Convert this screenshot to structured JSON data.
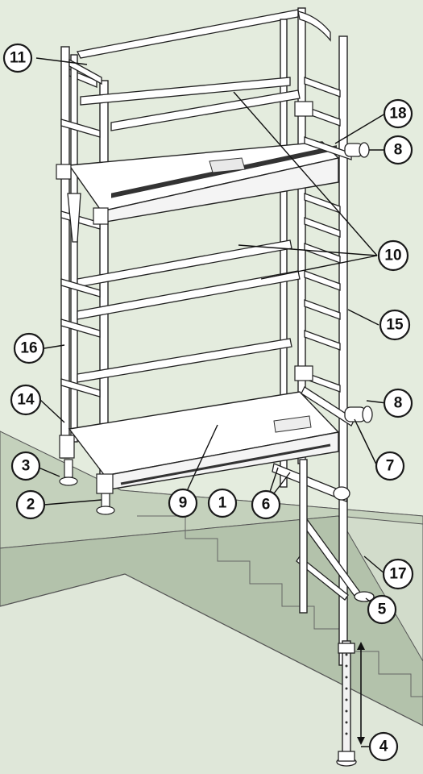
{
  "callouts": [
    {
      "id": "c11",
      "label": "11"
    },
    {
      "id": "c18",
      "label": "18"
    },
    {
      "id": "c8a",
      "label": "8"
    },
    {
      "id": "c10",
      "label": "10"
    },
    {
      "id": "c15",
      "label": "15"
    },
    {
      "id": "c16",
      "label": "16"
    },
    {
      "id": "c8b",
      "label": "8"
    },
    {
      "id": "c14",
      "label": "14"
    },
    {
      "id": "c3",
      "label": "3"
    },
    {
      "id": "c7",
      "label": "7"
    },
    {
      "id": "c2",
      "label": "2"
    },
    {
      "id": "c9",
      "label": "9"
    },
    {
      "id": "c1",
      "label": "1"
    },
    {
      "id": "c6",
      "label": "6"
    },
    {
      "id": "c17",
      "label": "17"
    },
    {
      "id": "c5",
      "label": "5"
    },
    {
      "id": "c4",
      "label": "4"
    }
  ],
  "colors": {
    "background": "#e4ecde",
    "stairs_side": "#b9c7b1",
    "stairs_face": "#d2dccb",
    "line": "#222222"
  }
}
